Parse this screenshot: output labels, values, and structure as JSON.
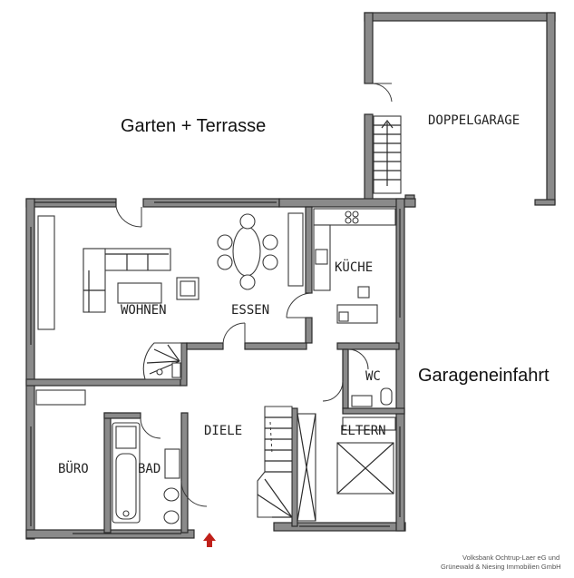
{
  "labels": {
    "garden": "Garten + Terrasse",
    "garage": "DOPPELGARAGE",
    "kitchen": "KÜCHE",
    "living": "WOHNEN",
    "dining": "ESSEN",
    "wc": "WC",
    "driveway": "Garageneinfahrt",
    "hall": "DIELE",
    "parents": "ELTERN",
    "office": "BÜRO",
    "bath": "BAD"
  },
  "credit": {
    "line1": "Volksbank Ochtrup-Laer eG und",
    "line2": "Grünewald & Niesing Immobilien GmbH"
  },
  "colors": {
    "wall_fill": "#8a8a8a",
    "entrance_arrow": "#c0201a"
  }
}
